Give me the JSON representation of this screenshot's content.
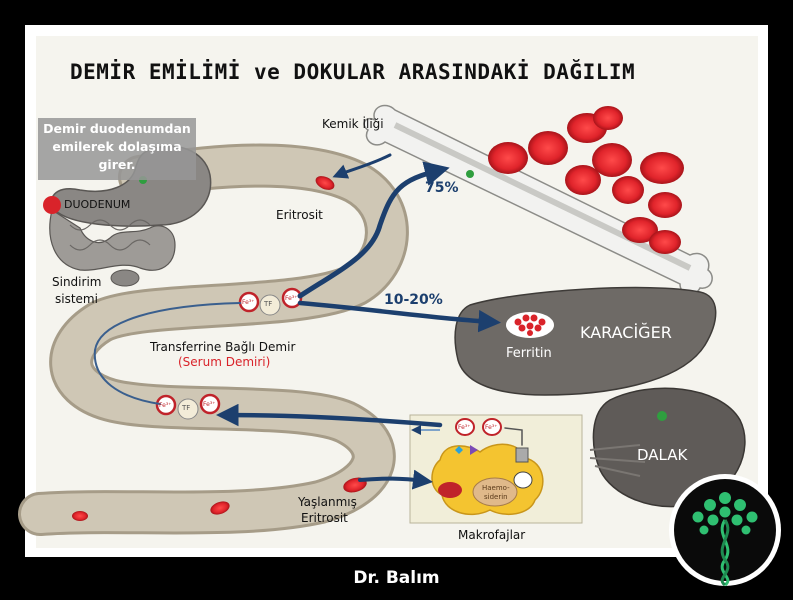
{
  "title": "DEMİR EMİLİMİ ve DOKULAR ARASINDAKİ DAĞILIM",
  "info_text": "Demir duodenumdan emilerek dolaşıma girer.",
  "labels": {
    "duodenum": "DUODENUM",
    "digestive_system_1": "Sindirim",
    "digestive_system_2": "sistemi",
    "bone_marrow": "Kemik İliği",
    "erythrocyte": "Eritrosit",
    "percent_75": "75%",
    "percent_10_20": "10-20%",
    "liver": "KARACİĞER",
    "ferritin": "Ferritin",
    "transferrin_1": "Transferrine Bağlı Demir",
    "transferrin_2": "(Serum Demiri)",
    "spleen": "DALAK",
    "aged_1": "Yaşlanmış",
    "aged_2": "Eritrosit",
    "macrophages": "Makrofajlar",
    "haemosiderin_1": "Haemo-",
    "haemosiderin_2": "siderin",
    "tf": "TF",
    "fe": "Fe³⁺"
  },
  "footer": "Dr. Balım",
  "colors": {
    "vessel": "#c9c0ad",
    "vessel_edge": "#a69c88",
    "arrow": "#1c3f6e",
    "rbc": "#d9232a",
    "organ": "#6e6a66",
    "logo_bg": "#0a0a0a",
    "logo_tree": "#2fbf71"
  },
  "icons": [
    "stomach-icon",
    "bone-icon",
    "liver-icon",
    "spleen-icon",
    "dna-tree-logo-icon"
  ]
}
